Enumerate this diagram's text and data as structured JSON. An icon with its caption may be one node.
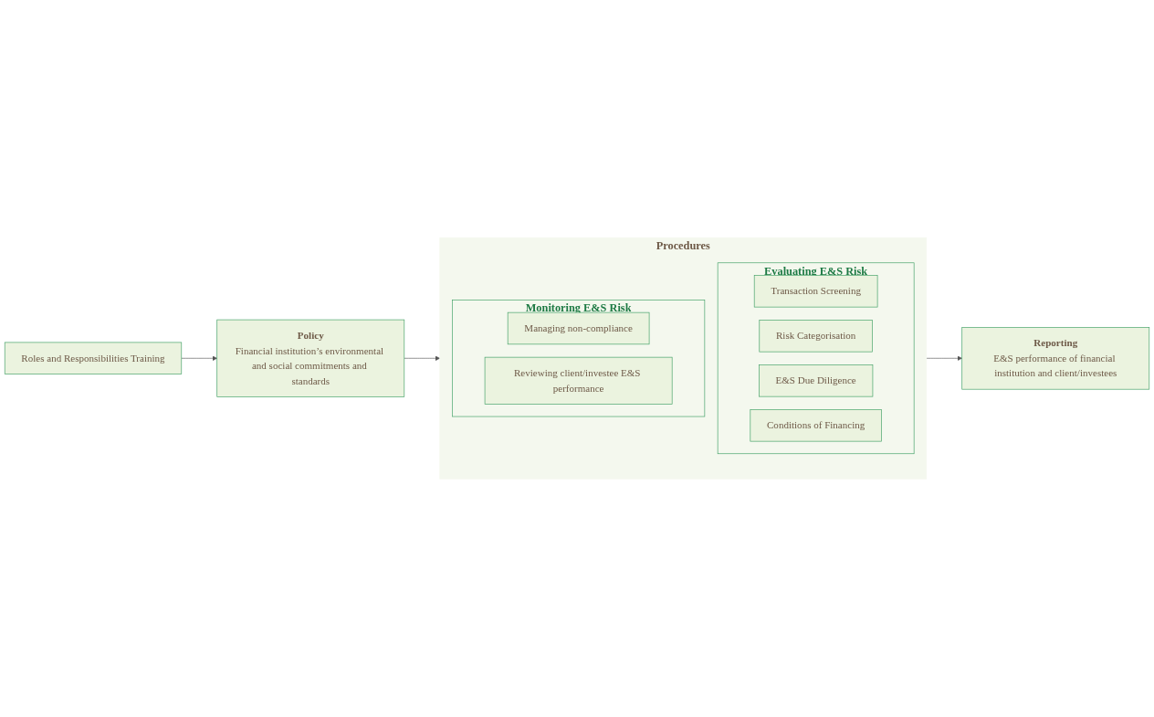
{
  "diagram": {
    "nodes": [
      {
        "text": [
          "Policy",
          "Financial institution’s environmental and social commitments and standards"
        ]
      },
      {
        "text": [
          "Roles and Responsibilities Training"
        ]
      },
      {
        "text": [
          "Procedures"
        ]
      },
      {
        "text": [
          "Evaluating E&S Risk"
        ],
        "in": 2
      },
      {
        "text": [
          "Transaction Screening"
        ],
        "in": 3
      },
      {
        "text": [
          "Risk Categorisation"
        ],
        "in": 3
      },
      {
        "text": [
          "E&S Due Diligence"
        ],
        "in": 3
      },
      {
        "text": [
          "Conditions of Financing"
        ],
        "in": 3
      },
      {
        "text": [
          "Monitoring E&S Risk"
        ],
        "in": 2
      },
      {
        "text": [
          "Managing non-compliance"
        ],
        "in": 8
      },
      {
        "text": [
          "Reviewing client/investee E&S performance"
        ],
        "in": 8
      },
      {
        "text": [
          "Reporting",
          "E&S performance of financial institution and client/investees"
        ]
      }
    ],
    "edges": [
      {
        "from": 1,
        "to": 0,
        "arrow": "to"
      },
      {
        "from": 0,
        "to": 2,
        "arrow": "to"
      },
      {
        "from": 2,
        "to": 11,
        "arrow": "to"
      }
    ]
  }
}
